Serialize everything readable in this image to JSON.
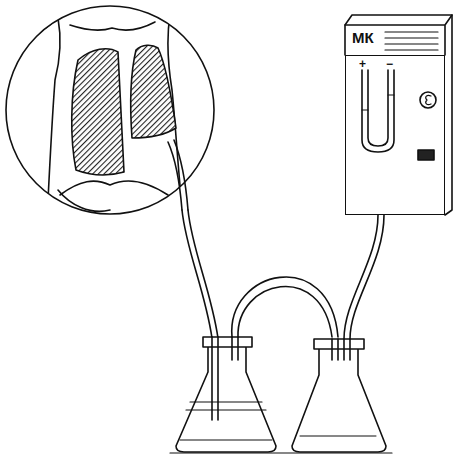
{
  "diagram": {
    "nodes": [
      {
        "text": [
          "МК"
        ]
      }
    ],
    "labels": [
      "+",
      "−"
    ]
  }
}
